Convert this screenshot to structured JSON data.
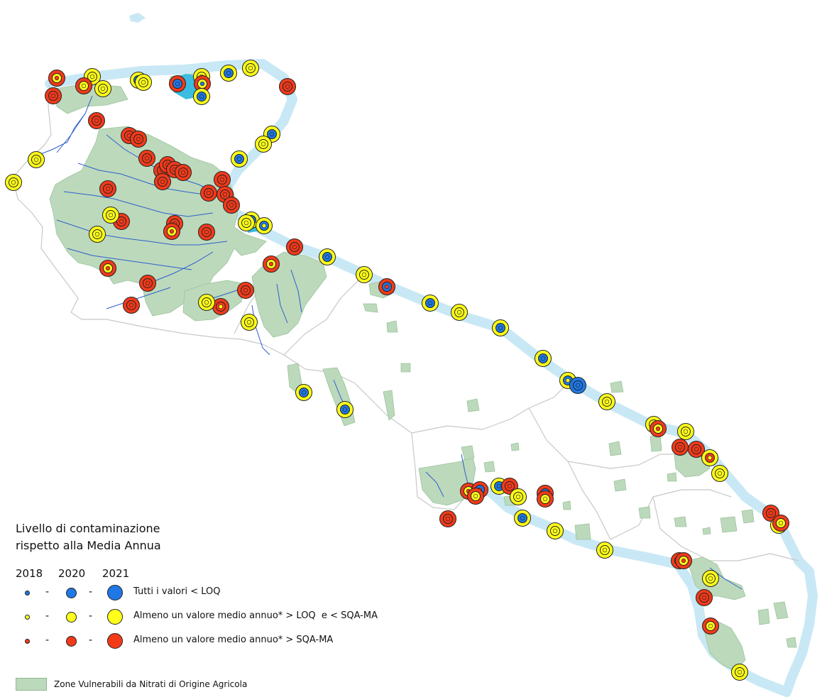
{
  "colors": {
    "blue": "#1f78e6",
    "yellow": "#ffff1a",
    "red": "#f23a1a",
    "coastal_water": "#c9e8f5",
    "lagoon": "#3cbce0",
    "zvn_fill": "#bcd9bc",
    "rivers": "#2f5fcc",
    "boundaries": "#c8c8c8"
  },
  "legend": {
    "title_line1": "Livello di contaminazione",
    "title_line2": "rispetto alla Media Annua",
    "years": [
      "2018",
      "2020",
      "2021"
    ],
    "separator": "-",
    "classes": [
      {
        "label": "Tutti i valori < LOQ",
        "color": "blue"
      },
      {
        "label": "Almeno un valore medio annuo* > LOQ  e < SQA-MA",
        "color": "yellow"
      },
      {
        "label": "Almeno un valore medio annuo* > SQA-MA",
        "color": "red"
      }
    ],
    "zvn_label": "Zone Vulnerabili da Nitrati di Origine Agricola"
  },
  "stations": [
    [
      "r",
      "y",
      "r"
    ],
    [
      "y",
      "y",
      "y"
    ],
    [
      "r",
      "r",
      "r"
    ],
    [
      "y",
      "y",
      "r"
    ],
    [
      "y",
      "y",
      "y"
    ],
    [
      "b",
      "b",
      "y"
    ],
    [
      "y",
      "y",
      "y"
    ],
    [
      "b",
      "b",
      "r"
    ],
    [
      "y",
      "y",
      "y"
    ],
    [
      "b",
      "y",
      "r"
    ],
    [
      "b",
      "b",
      "y"
    ],
    [
      "b",
      "b",
      "y"
    ],
    [
      "y",
      "y",
      "y"
    ],
    [
      "r",
      "r",
      "r"
    ],
    [
      "r",
      "r",
      "r"
    ],
    [
      "r",
      "r",
      "r"
    ],
    [
      "r",
      "r",
      "r"
    ],
    [
      "r",
      "r",
      "r"
    ],
    [
      "r",
      "r",
      "r"
    ],
    [
      "r",
      "r",
      "r"
    ],
    [
      "r",
      "r",
      "r"
    ],
    [
      "r",
      "r",
      "r"
    ],
    [
      "r",
      "r",
      "r"
    ],
    [
      "r",
      "r",
      "r"
    ],
    [
      "r",
      "r",
      "r"
    ],
    [
      "r",
      "r",
      "r"
    ],
    [
      "r",
      "r",
      "r"
    ],
    [
      "r",
      "r",
      "r"
    ],
    [
      "r",
      "r",
      "r"
    ],
    [
      "r",
      "r",
      "r"
    ],
    [
      "r",
      "y",
      "r"
    ],
    [
      "b",
      "b",
      "y"
    ],
    [
      "b",
      "b",
      "y"
    ],
    [
      "y",
      "y",
      "y"
    ],
    [
      "y",
      "y",
      "y"
    ],
    [
      "y",
      "y",
      "y"
    ],
    [
      "y",
      "y",
      "y"
    ],
    [
      "y",
      "y",
      "y"
    ],
    [
      "r",
      "y",
      "r"
    ],
    [
      "r",
      "r",
      "r"
    ],
    [
      "r",
      "r",
      "r"
    ],
    [
      "r",
      "r",
      "r"
    ],
    [
      "r",
      "r",
      "r"
    ],
    [
      "y",
      "r",
      "r"
    ],
    [
      "y",
      "y",
      "y"
    ],
    [
      "y",
      "y",
      "y"
    ],
    [
      "b",
      "b",
      "y"
    ],
    [
      "y",
      "y",
      "y"
    ],
    [
      "r",
      "b",
      "r"
    ],
    [
      "b",
      "b",
      "y"
    ],
    [
      "y",
      "y",
      "y"
    ],
    [
      "b",
      "b",
      "y"
    ],
    [
      "b",
      "b",
      "y"
    ],
    [
      "y",
      "b",
      "y"
    ],
    [
      "b",
      "b",
      "b"
    ],
    [
      "y",
      "y",
      "y"
    ],
    [
      "y",
      "y",
      "y"
    ],
    [
      "r",
      "y",
      "r"
    ],
    [
      "r",
      "r",
      "r"
    ],
    [
      "y",
      "y",
      "y"
    ],
    [
      "r",
      "r",
      "r"
    ],
    [
      "y",
      "r",
      "y"
    ],
    [
      "y",
      "y",
      "y"
    ],
    [
      "r",
      "r",
      "r"
    ],
    [
      "r",
      "y",
      "r"
    ],
    [
      "b",
      "b",
      "y"
    ],
    [
      "b",
      "b",
      "y"
    ],
    [
      "b",
      "b",
      "y"
    ],
    [
      "y",
      "y",
      "y"
    ],
    [
      "y",
      "b",
      "y"
    ],
    [
      "r",
      "r",
      "r"
    ],
    [
      "b",
      "b",
      "y"
    ],
    [
      "r",
      "y",
      "r"
    ],
    [
      "r",
      "b",
      "r"
    ],
    [
      "y",
      "y",
      "r"
    ],
    [
      "r",
      "r",
      "r"
    ],
    [
      "y",
      "y",
      "y"
    ],
    [
      "r",
      "b",
      "r"
    ],
    [
      "y",
      "y",
      "r"
    ],
    [
      "y",
      "y",
      "y"
    ],
    [
      "b",
      "b",
      "y"
    ],
    [
      "y",
      "y",
      "y"
    ],
    [
      "y",
      "y",
      "r"
    ],
    [
      "r",
      "y",
      "r"
    ],
    [
      "y",
      "y",
      "y"
    ],
    [
      "r",
      "r",
      "r"
    ],
    [
      "y",
      "y",
      "r"
    ],
    [
      "y",
      "y",
      "y"
    ],
    [
      "r",
      "r",
      "r"
    ],
    [
      "b",
      "b",
      "y"
    ],
    [
      "y",
      "y",
      "r"
    ]
  ]
}
